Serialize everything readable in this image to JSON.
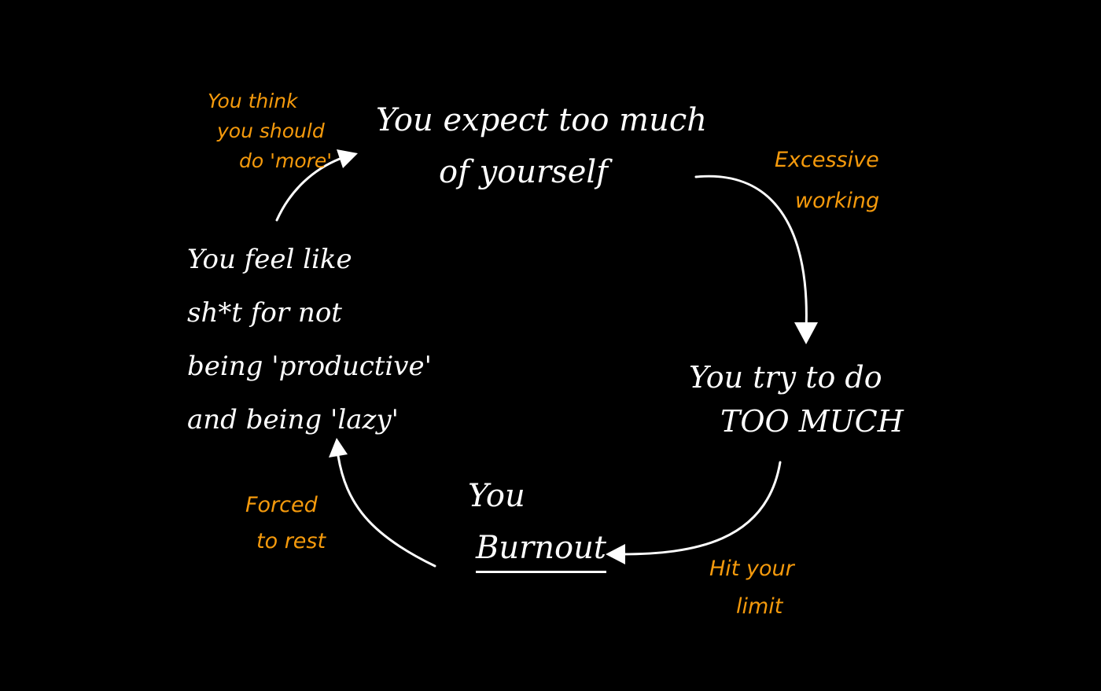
{
  "diagram": {
    "background": "#000000",
    "node_color": "#ffffff",
    "label_color": "#f59a0c",
    "nodes": {
      "expect": {
        "lines": [
          "You expect too much",
          "of yourself"
        ]
      },
      "try": {
        "lines": [
          "You try to do",
          "TOO MUCH"
        ]
      },
      "burnout": {
        "lines": [
          "You",
          "Burnout"
        ]
      },
      "feel": {
        "lines": [
          "You feel like",
          "sh*t for not",
          "being 'productive'",
          "and being 'lazy'"
        ]
      }
    },
    "labels": {
      "excessive": {
        "lines": [
          "Excessive",
          "working"
        ]
      },
      "limit": {
        "lines": [
          "Hit your",
          "limit"
        ]
      },
      "rest": {
        "lines": [
          "Forced",
          "to rest"
        ]
      },
      "more": {
        "lines": [
          "You think",
          "you should",
          "do 'more'"
        ]
      }
    }
  }
}
